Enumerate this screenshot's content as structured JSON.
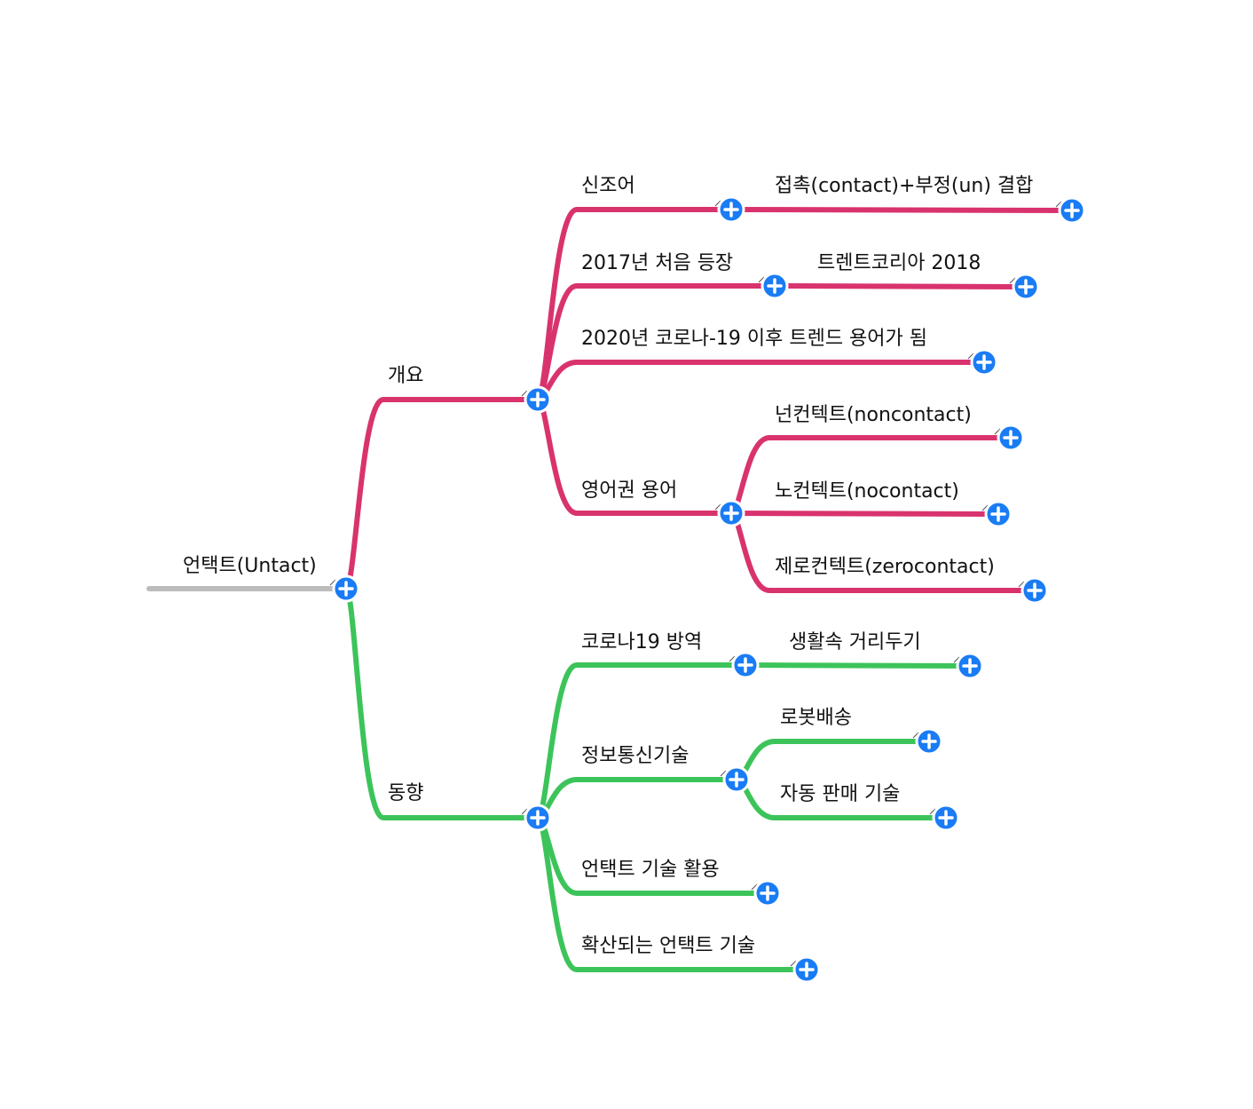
{
  "colors": {
    "root_line": "#bcbcbc",
    "branch_overview": "#d9336e",
    "branch_trend": "#3cc45a",
    "expand_button": "#1a7cf5",
    "text": "#111111"
  },
  "icons": {
    "expand": "plus-circle-icon",
    "resize": "resize-grip-icon"
  },
  "mindmap": {
    "root": "언택트(Untact)",
    "overview": {
      "label": "개요",
      "neologism": "신조어",
      "neologism_detail": "접촉(contact)+부정(un) 결합",
      "first_appearance": "2017년 처음 등장",
      "first_appearance_detail": "트렌트코리아 2018",
      "trend_term": "2020년 코로나-19 이후 트렌드 용어가 됨",
      "english_term": "영어권 용어",
      "english_1": "넌컨텍트(noncontact)",
      "english_2": "노컨텍트(nocontact)",
      "english_3": "제로컨텍트(zerocontact)"
    },
    "trend": {
      "label": "동향",
      "quarantine": "코로나19 방역",
      "quarantine_detail": "생활속 거리두기",
      "ict": "정보통신기술",
      "ict_1": "로봇배송",
      "ict_2": "자동 판매 기술",
      "usage": "언택트 기술 활용",
      "spreading": "확산되는 언택트 기술"
    }
  }
}
